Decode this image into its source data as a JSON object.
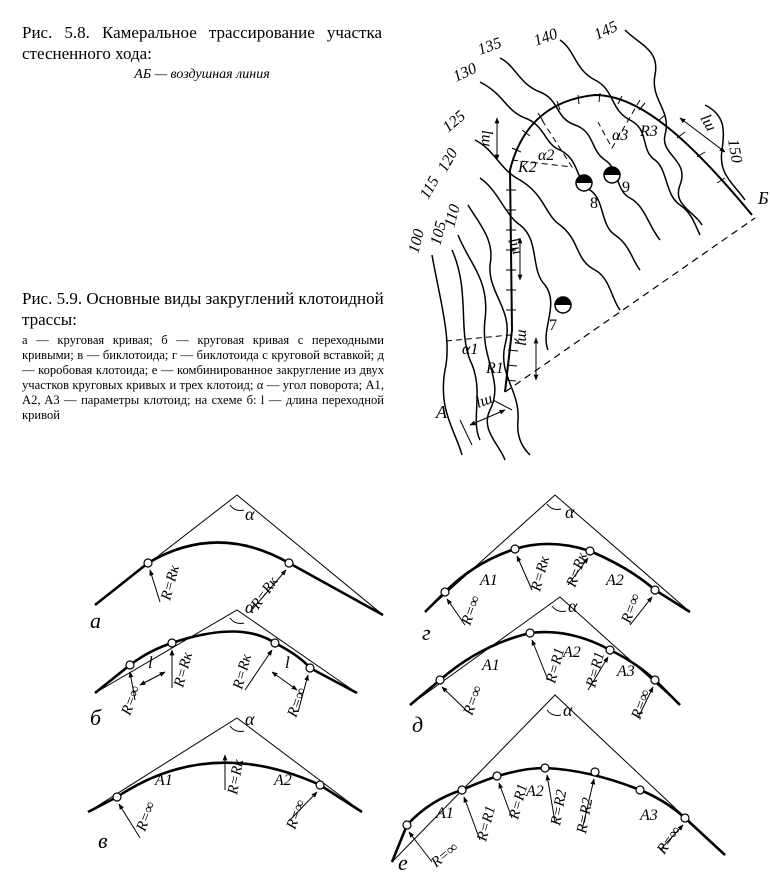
{
  "fig58": {
    "caption": "Рис. 5.8. Камеральное трассирование участка стесненного хода:",
    "sub": "АБ — воздушная линия",
    "contours": [
      "100",
      "105",
      "110",
      "115",
      "120",
      "125",
      "130",
      "135",
      "140",
      "145",
      "150"
    ],
    "point_A": "А",
    "point_B": "Б",
    "R1": "R1",
    "R3": "R3",
    "K2": "K2",
    "alpha1": "α1",
    "alpha2": "α2",
    "alpha3": "α3",
    "lsh": "lш",
    "markers": [
      "7",
      "8",
      "9"
    ]
  },
  "fig59": {
    "caption": "Рис. 5.9. Основные виды закруглений клотоидной трассы:",
    "body": "а — круговая кривая; б — круговая кривая с переходными кривыми; в — биклотоида; г — биклотоида с круговой вставкой; д — коробовая клотоида; е — комбинированное закругление из двух участков круговых кривых и трех клотоид; α — угол поворота; A1, A2, A3 — параметры клотоид; на схеме б: l — длина переходной кривой",
    "panels": {
      "a": {
        "letter": "а",
        "alpha": "α",
        "labels": [
          "R=Rк",
          "R=Rк"
        ]
      },
      "b": {
        "letter": "б",
        "alpha": "α",
        "labels": [
          "l",
          "R=Rк",
          "R=Rк",
          "l",
          "R=∞",
          "R=∞"
        ]
      },
      "v": {
        "letter": "в",
        "alpha": "α",
        "labels": [
          "A1",
          "R=Rк",
          "A2",
          "R=∞",
          "R=∞"
        ]
      },
      "g": {
        "letter": "г",
        "alpha": "α",
        "labels": [
          "A1",
          "R=Rк",
          "R=Rк",
          "A2",
          "R=∞",
          "R=∞"
        ]
      },
      "d": {
        "letter": "д",
        "alpha": "α",
        "labels": [
          "A1",
          "R=R1",
          "A2",
          "R=R1",
          "A3",
          "R=∞",
          "R=∞"
        ]
      },
      "e": {
        "letter": "е",
        "alpha": "α",
        "labels": [
          "A1",
          "R=R1",
          "A2",
          "R=R1",
          "R=R2",
          "R=R2",
          "A3",
          "R=∞",
          "R=∞"
        ]
      }
    }
  }
}
